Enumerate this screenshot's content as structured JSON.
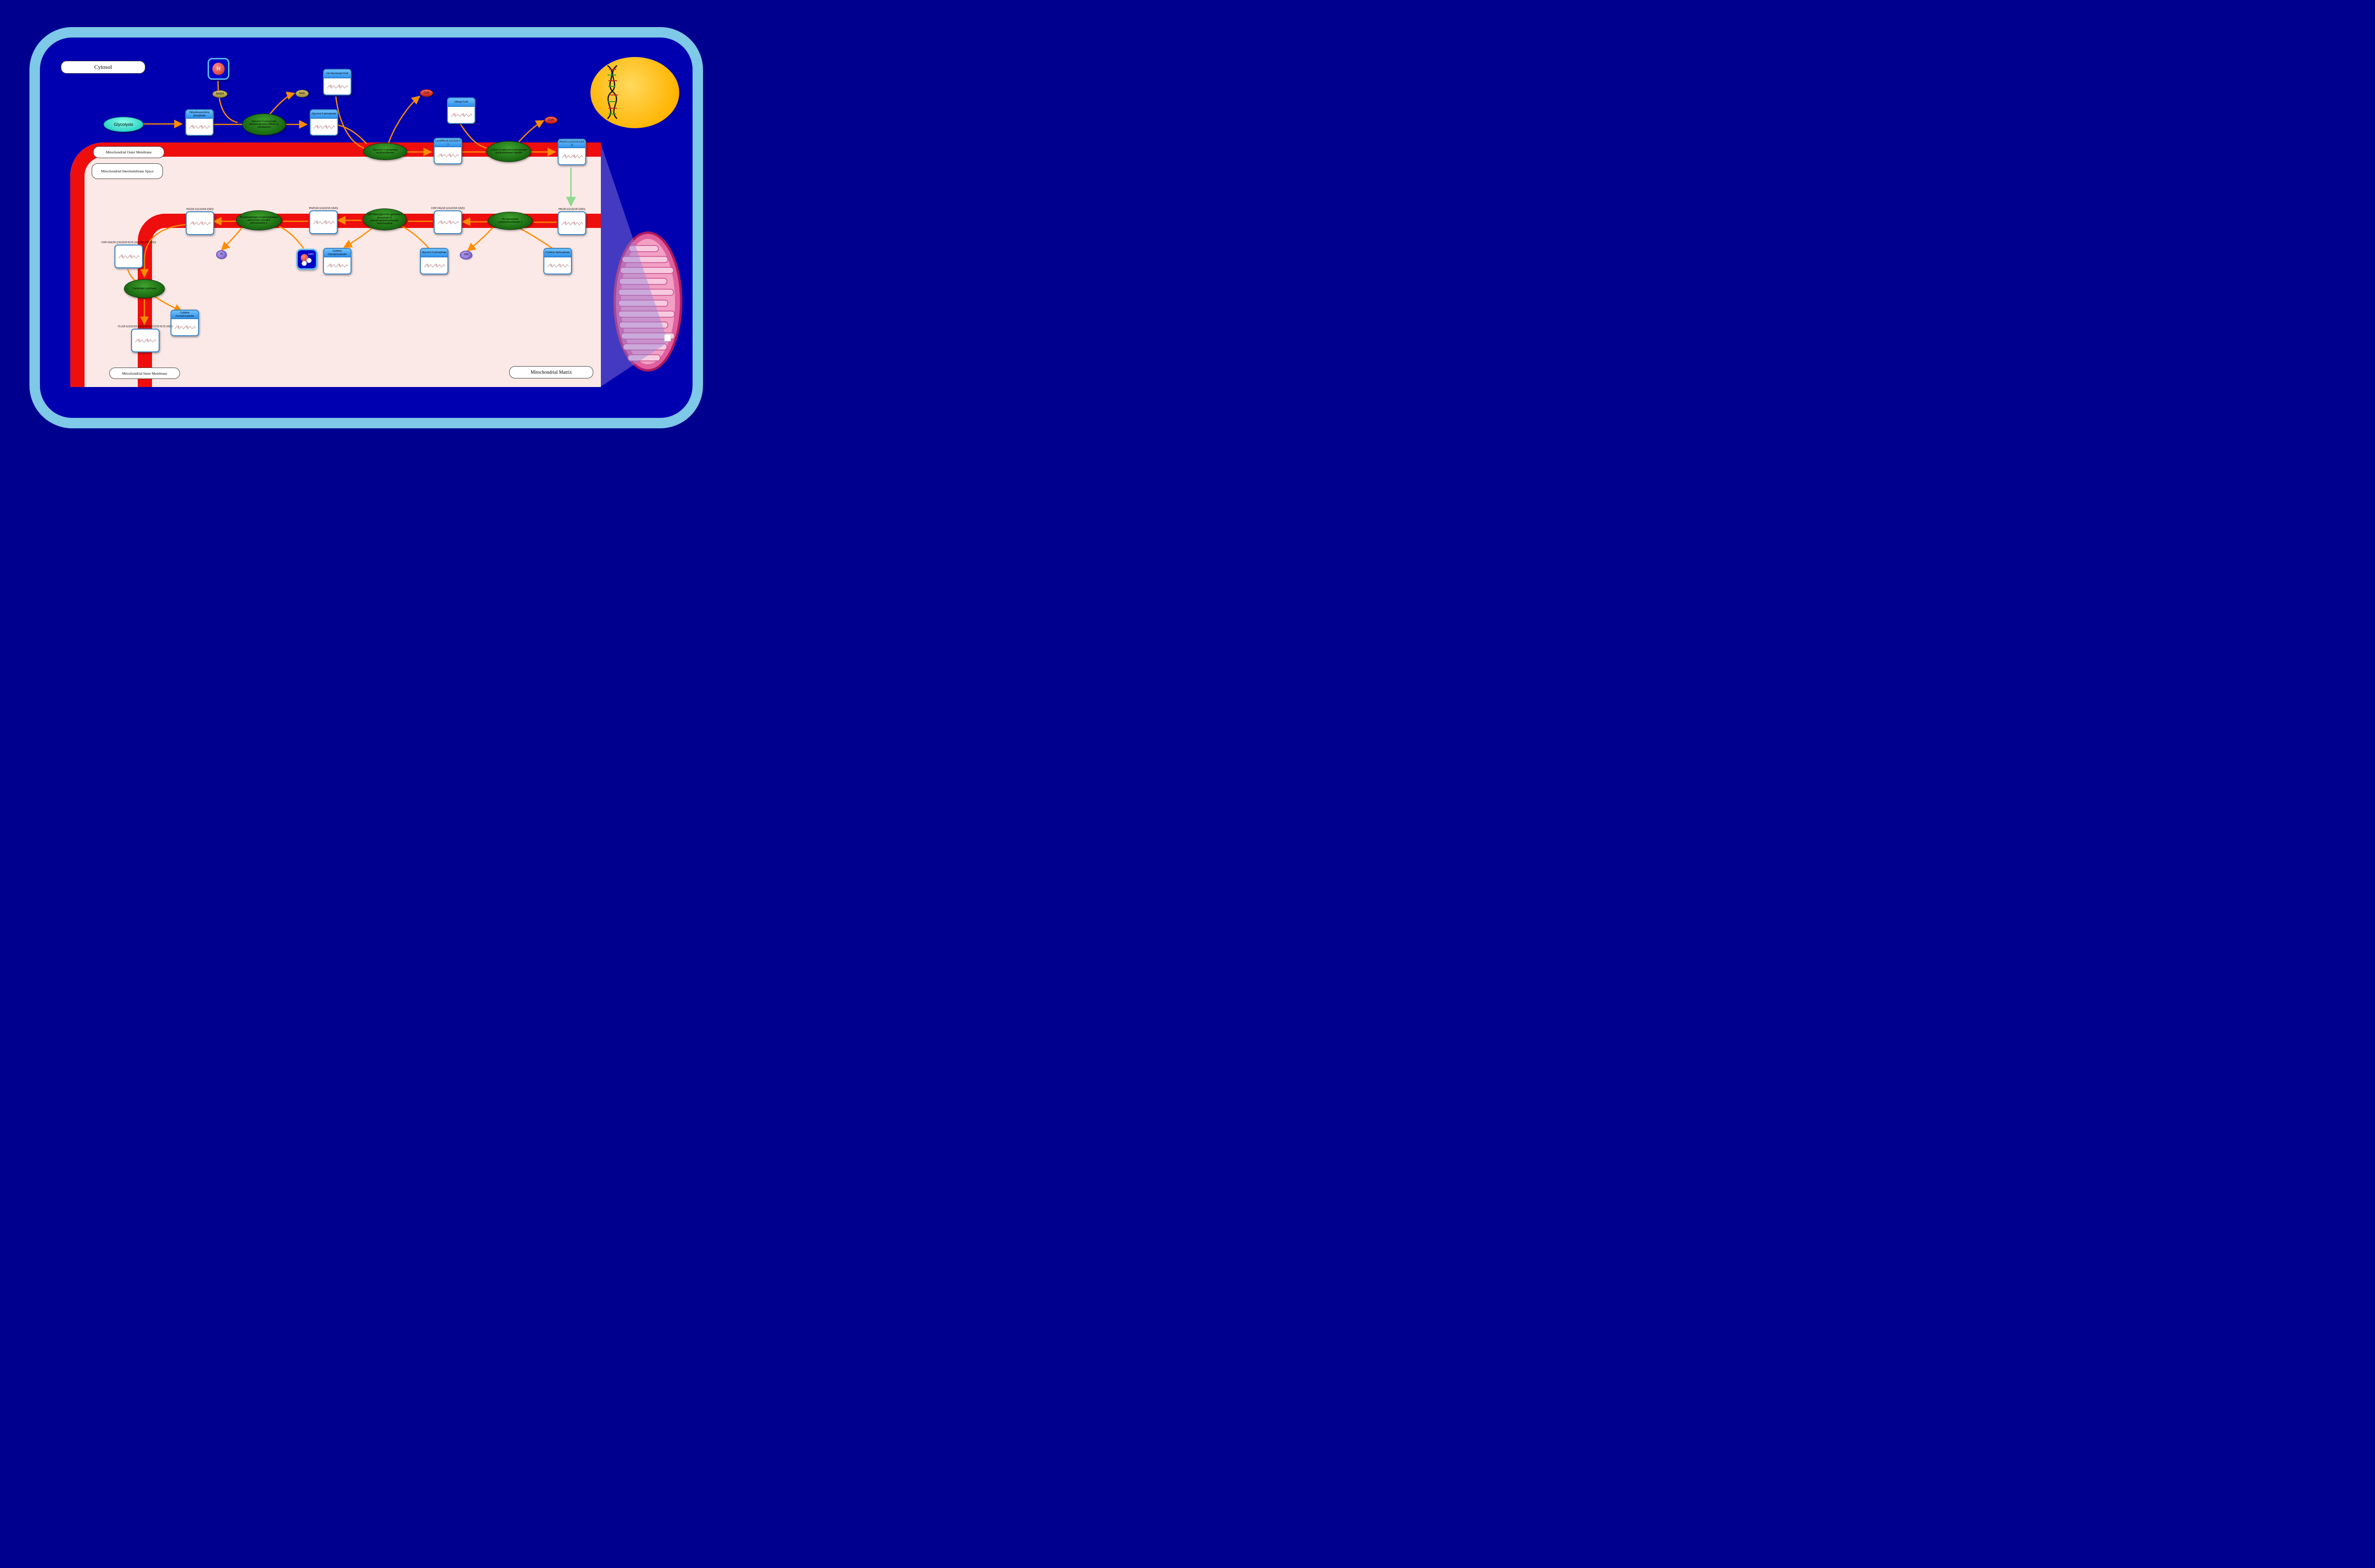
{
  "compartments": {
    "cytosol": "Cytosol",
    "outer_membrane": "Mitochondrial Outer Membrane",
    "intermembrane_space": "Mitochondrial Intermembrane Space",
    "inner_membrane": "Mitochondrial Inner Membrane",
    "matrix": "Mitochondrial Matrix"
  },
  "process": {
    "glycolysis": "Glycolysis"
  },
  "enzymes": {
    "gpd1": "Glycerol-3-phosphate dehydrogenase [NAD(+)], cytoplasmic",
    "gpat": "Glycerol-3-phosphate acyltransferase",
    "agpat": "1-Acyl-sn-glycerol-3-phosphate acyltransferase epsilon",
    "pcyt2": "Phosphatidate cytidylyltransferase 2",
    "pgs1": "CDP-diacylglycerol--glycerol-3-phosphate 3-phosphatidyltransferase, mitochondrial",
    "ptpmt1": "Phosphatidylglycerophosphatase and protein-tyrosine phosphatase 1",
    "crls1": "Cardiolipin synthase"
  },
  "metabolites": {
    "dhap": "Dihydoxyacetone phosphate",
    "g3p_cytosol": "Glycerol 3-phosphate",
    "cis_vaccenoyl_coa": "cis-Vaccenoyl-CoA",
    "oleoyl_coa": "Oleoyl-CoA",
    "lysopa": "LysoPA(18:1(11Z)/0:0)",
    "pa_outer": "PA(18:1(11Z)/18:1(9Z))",
    "pa_inner": "PA(18:1(11Z)/18:1(9Z))",
    "cdp_dg": "CDP-DG(18:1(11Z)/18:1(9Z))",
    "pgp": "PGP(18:1(11Z)/18:1(9Z))",
    "pg": "PG(18:1(11Z)/18:1(9Z))",
    "cdp_dg_225": "CDP-DG(18:1(11Z)/22:5(7Z,10Z,13Z,16Z,19Z))",
    "cardiolipin": "CL(18:1(11Z)/18:1(9Z)/18:1(11Z)/22:5(7Z,10Z,1",
    "ctp": "Cytidine triphosphate",
    "cmp_matrix": "Cytidine monophosphate",
    "cmp_cardiolipin": "Cytidine monophosphate",
    "g3p_matrix": "Glycerol 3-phosphate"
  },
  "cofactors": {
    "nadh": "NADH",
    "nad": "NAD",
    "coa_gpat": "CoA",
    "coa_agpat": "CoA",
    "pi": "Pi",
    "ppi": "PPi",
    "proton": "H",
    "water": "H2O"
  },
  "colors": {
    "background": "#00008E",
    "cell_fill": "#0000B0",
    "cell_border": "#7EC8E8",
    "membrane_red": "#EE0E0E",
    "intermembrane_pink": "#FBE9E7",
    "enzyme_green": "#1B6B12",
    "box_header_blue": "#2E8FE8",
    "arrow_orange": "#FF8C00",
    "transport_green": "#8FD98F",
    "nucleus_yellow": "#FFB400",
    "mitochondrion_pink": "#E060A0"
  }
}
